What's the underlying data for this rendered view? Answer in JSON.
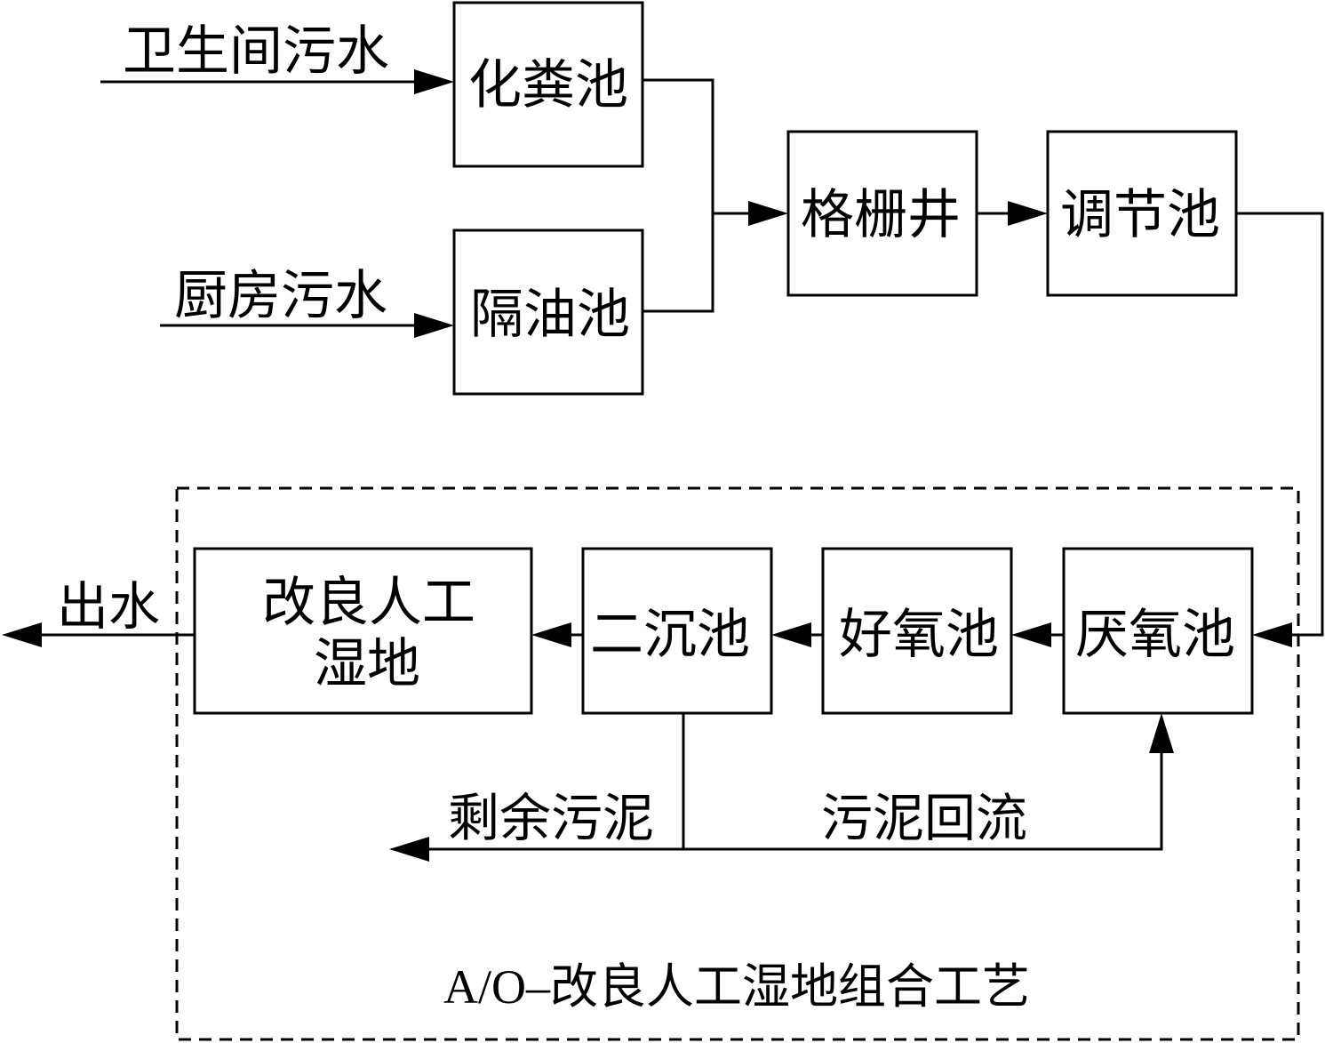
{
  "diagram": {
    "inputs": {
      "toilet_wastewater": "卫生间污水",
      "kitchen_wastewater": "厨房污水"
    },
    "nodes": {
      "septic_tank": "化粪池",
      "grease_trap": "隔油池",
      "grate_well": "格栅井",
      "equalization_tank": "调节池",
      "anaerobic_tank": "厌氧池",
      "aerobic_tank": "好氧池",
      "secondary_clarifier": "二沉池",
      "wetland_line1": "改良人工",
      "wetland_line2": "湿地"
    },
    "flows": {
      "effluent": "出水",
      "excess_sludge": "剩余污泥",
      "sludge_return": "污泥回流"
    },
    "caption": "A/O–改良人工湿地组合工艺",
    "colors": {
      "stroke": "#000000",
      "background": "#ffffff"
    }
  }
}
